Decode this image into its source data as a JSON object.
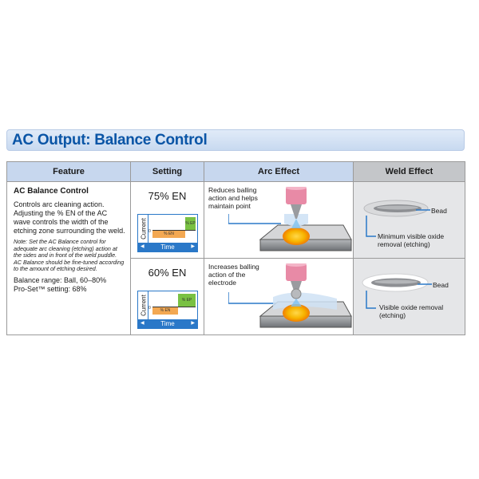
{
  "title": "AC Output: Balance Control",
  "headers": {
    "feature": "Feature",
    "setting": "Setting",
    "arc_effect": "Arc Effect",
    "weld_effect": "Weld Effect"
  },
  "feature": {
    "title": "AC Balance Control",
    "description": "Controls arc cleaning action. Adjusting the % EN of the AC wave controls the width of the etching zone surrounding the weld.",
    "note": "Note: Set the AC Balance control for adequate arc cleaning (etching) action at the sides and in front of the weld puddle. AC Balance should be fine-tuned according to the amount of etching desired.",
    "range": "Balance range: Ball, 60–80%",
    "proset": "Pro-Set™ setting: 68%"
  },
  "rows": [
    {
      "setting": "75% EN",
      "en_percent": 75,
      "ep_label": "% EP",
      "en_label": "% EN",
      "y_label": "Current",
      "x_label": "Time",
      "zero_label": "0",
      "arc_effect": "Reduces balling action and helps maintain point",
      "weld_effect": "Minimum visible oxide removal (etching)",
      "bead_label": "Bead"
    },
    {
      "setting": "60% EN",
      "en_percent": 60,
      "ep_label": "% EP",
      "en_label": "% EN",
      "y_label": "Current",
      "x_label": "Time",
      "zero_label": "0",
      "arc_effect": "Increases balling action of the electrode",
      "weld_effect": "Visible oxide removal (etching)",
      "bead_label": "Bead"
    }
  ],
  "colors": {
    "title_text": "#0a55a6",
    "header_blue": "#c7d7ee",
    "header_gray": "#c4c6c9",
    "accent_blue": "#2a78c8",
    "ep_green": "#79c143",
    "en_orange": "#f3a852",
    "electrode_pink": "#e88aa6",
    "weld_glow": "#f7b500"
  },
  "icons": [
    "arc-illustration-icon",
    "weld-bead-icon"
  ]
}
